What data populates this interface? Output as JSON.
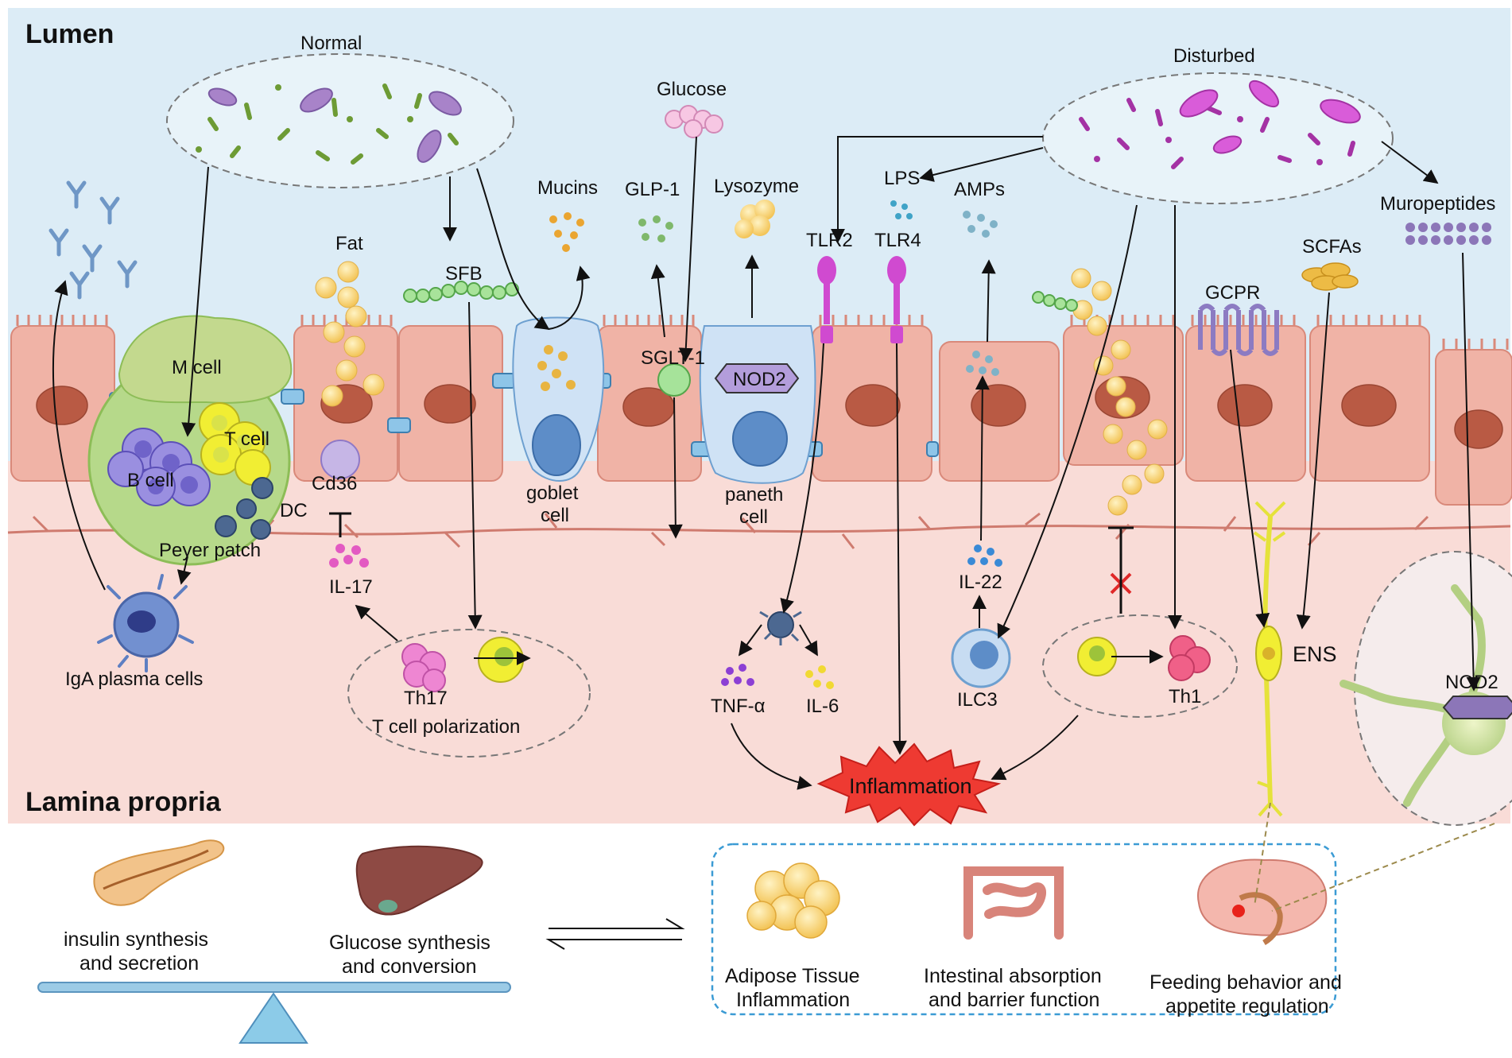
{
  "regions": {
    "lumen": "Lumen",
    "lamina_propria": "Lamina propria"
  },
  "microbiota": {
    "normal": "Normal",
    "disturbed": "Disturbed"
  },
  "lumen_labels": {
    "glucose": "Glucose",
    "mucins": "Mucins",
    "glp1": "GLP-1",
    "lysozyme": "Lysozyme",
    "fat": "Fat",
    "sfb": "SFB",
    "lps": "LPS",
    "amps": "AMPs",
    "tlr2": "TLR2",
    "tlr4": "TLR4",
    "muropeptides": "Muropeptides",
    "scfas": "SCFAs",
    "gcpr": "GCPR"
  },
  "epithelium_labels": {
    "m_cell": "M cell",
    "t_cell": "T cell",
    "b_cell": "B cell",
    "dc": "DC",
    "cd36": "Cd36",
    "peyer_patch": "Peyer patch",
    "goblet": "goblet",
    "goblet_cell": "cell",
    "sglt1": "SGLT-1",
    "nod2": "NOD2",
    "paneth": "paneth",
    "paneth_cell": "cell"
  },
  "lamina_labels": {
    "iga": "IgA plasma cells",
    "il17": "IL-17",
    "th17": "Th17",
    "t_polarization": "T cell polarization",
    "tnf": "TNF-α",
    "il6": "IL-6",
    "il22": "IL-22",
    "ilc3": "ILC3",
    "th1": "Th1",
    "ens": "ENS",
    "nod2_neuron": "NOD2",
    "inflammation": "Inflammation"
  },
  "bottom": {
    "pancreas": [
      "insulin synthesis",
      "and secretion"
    ],
    "liver": [
      "Glucose synthesis",
      "and conversion"
    ],
    "adipose": [
      "Adipose Tissue",
      "Inflammation"
    ],
    "intestine": [
      "Intestinal absorption",
      "and barrier function"
    ],
    "brain": [
      "Feeding behavior and",
      "appetite regulation"
    ]
  },
  "colors": {
    "lumen_bg": "#dcecf6",
    "lamina_bg": "#f9dcd7",
    "epithelial_cell": "#f0b3a6",
    "nucleus": "#b95a44",
    "normal_bacteria": "#6d9b35",
    "disturbed_bacteria": "#cc44cc",
    "fat_droplet": "#f7cf6a",
    "inflammation": "#ee3a32",
    "tlr": "#d04ad0"
  }
}
